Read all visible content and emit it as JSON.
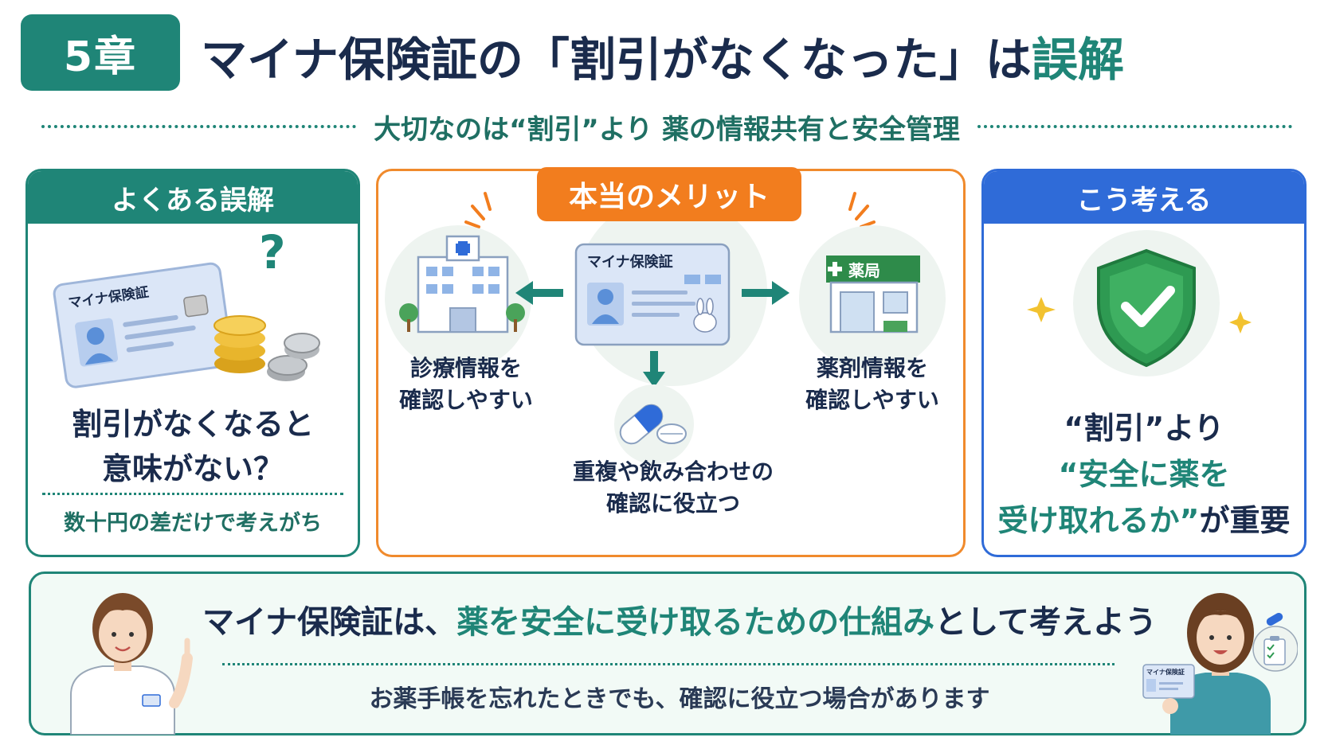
{
  "header": {
    "chapter": "5章",
    "title_main": "マイナ保険証の「割引がなくなった」は",
    "title_accent": "誤解",
    "subtitle": "大切なのは“割引”より 薬の情報共有と安全管理"
  },
  "left_panel": {
    "heading": "よくある誤解",
    "card_label": "マイナ保険証",
    "question_line1": "割引がなくなると",
    "question_line2": "意味がない？",
    "note": "数十円の差だけで考えがち"
  },
  "mid_panel": {
    "heading": "本当のメリット",
    "card_label": "マイナ保険証",
    "pharmacy_sign": "薬局",
    "left_label_line1": "診療情報を",
    "left_label_line2": "確認しやすい",
    "right_label_line1": "薬剤情報を",
    "right_label_line2": "確認しやすい",
    "bottom_label_line1": "重複や飲み合わせの",
    "bottom_label_line2": "確認に役立つ"
  },
  "right_panel": {
    "heading": "こう考える",
    "line1": "“割引”より",
    "line2": "“安全に薬を",
    "line3_accent": "受け取れるか”",
    "line3_rest": "が重要"
  },
  "bottom": {
    "main_part1": "マイナ保険証は、",
    "main_accent": "薬を安全に受け取るための仕組み",
    "main_part2": "として考えよう",
    "sub": "お薬手帳を忘れたときでも、確認に役立つ場合があります",
    "mini_card_label": "マイナ保険証"
  },
  "colors": {
    "teal": "#1f8577",
    "orange": "#f27d1e",
    "blue": "#2f6bd8",
    "navy": "#1a2b4c"
  }
}
